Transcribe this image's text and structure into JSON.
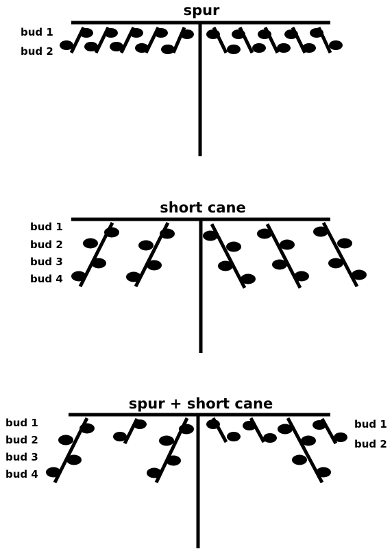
{
  "panels": [
    {
      "id": "spur",
      "title": "spur",
      "labels_left": [
        "bud 1",
        "bud 2"
      ],
      "labels_right": []
    },
    {
      "id": "short-cane",
      "title": "short cane",
      "labels_left": [
        "bud 1",
        "bud 2",
        "bud 3",
        "bud 4"
      ],
      "labels_right": []
    },
    {
      "id": "spur-short-cane",
      "title": "spur + short cane",
      "labels_left": [
        "bud 1",
        "bud 2",
        "bud 3",
        "bud 4"
      ],
      "labels_right": [
        "bud 1",
        "bud 2"
      ]
    }
  ],
  "colors": {
    "ink": "#000000",
    "background": "#ffffff"
  }
}
